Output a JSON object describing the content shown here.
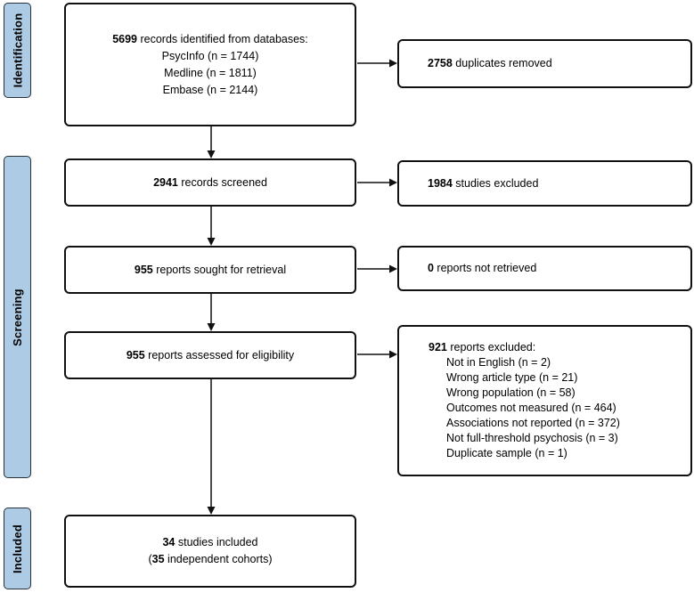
{
  "stages": {
    "identification": "Identification",
    "screening": "Screening",
    "included": "Included"
  },
  "flow": {
    "identified": {
      "num": "5699",
      "text": " records identified from databases:",
      "sources": [
        "PsycInfo (n = 1744)",
        "Medline (n = 1811)",
        "Embase (n = 2144)"
      ]
    },
    "screened": {
      "num": "2941",
      "text": " records screened"
    },
    "sought": {
      "num": "955",
      "text": " reports sought for retrieval"
    },
    "assessed": {
      "num": "955",
      "text": " reports assessed for eligibility"
    },
    "included": {
      "line1": {
        "num": "34",
        "text": " studies included"
      },
      "line2": {
        "pre": "(",
        "num": "35",
        "text": " independent cohorts)"
      }
    }
  },
  "exclusions": {
    "duplicates": {
      "num": "2758",
      "text": " duplicates removed"
    },
    "studies_excluded": {
      "num": "1984",
      "text": " studies excluded"
    },
    "not_retrieved": {
      "num": "0",
      "text": " reports not retrieved"
    },
    "reports_excluded": {
      "num": "921",
      "text": " reports excluded:",
      "reasons": [
        "Not in English (n = 2)",
        "Wrong article type (n = 21)",
        "Wrong population (n = 58)",
        "Outcomes not measured (n = 464)",
        "Associations not reported (n = 372)",
        "Not full-threshold psychosis (n = 3)",
        "Duplicate sample (n = 1)"
      ]
    }
  },
  "colors": {
    "stage_fill": "#aecbe5",
    "stage_border": "#24303b",
    "box_border": "#111111",
    "arrow": "#111111"
  }
}
